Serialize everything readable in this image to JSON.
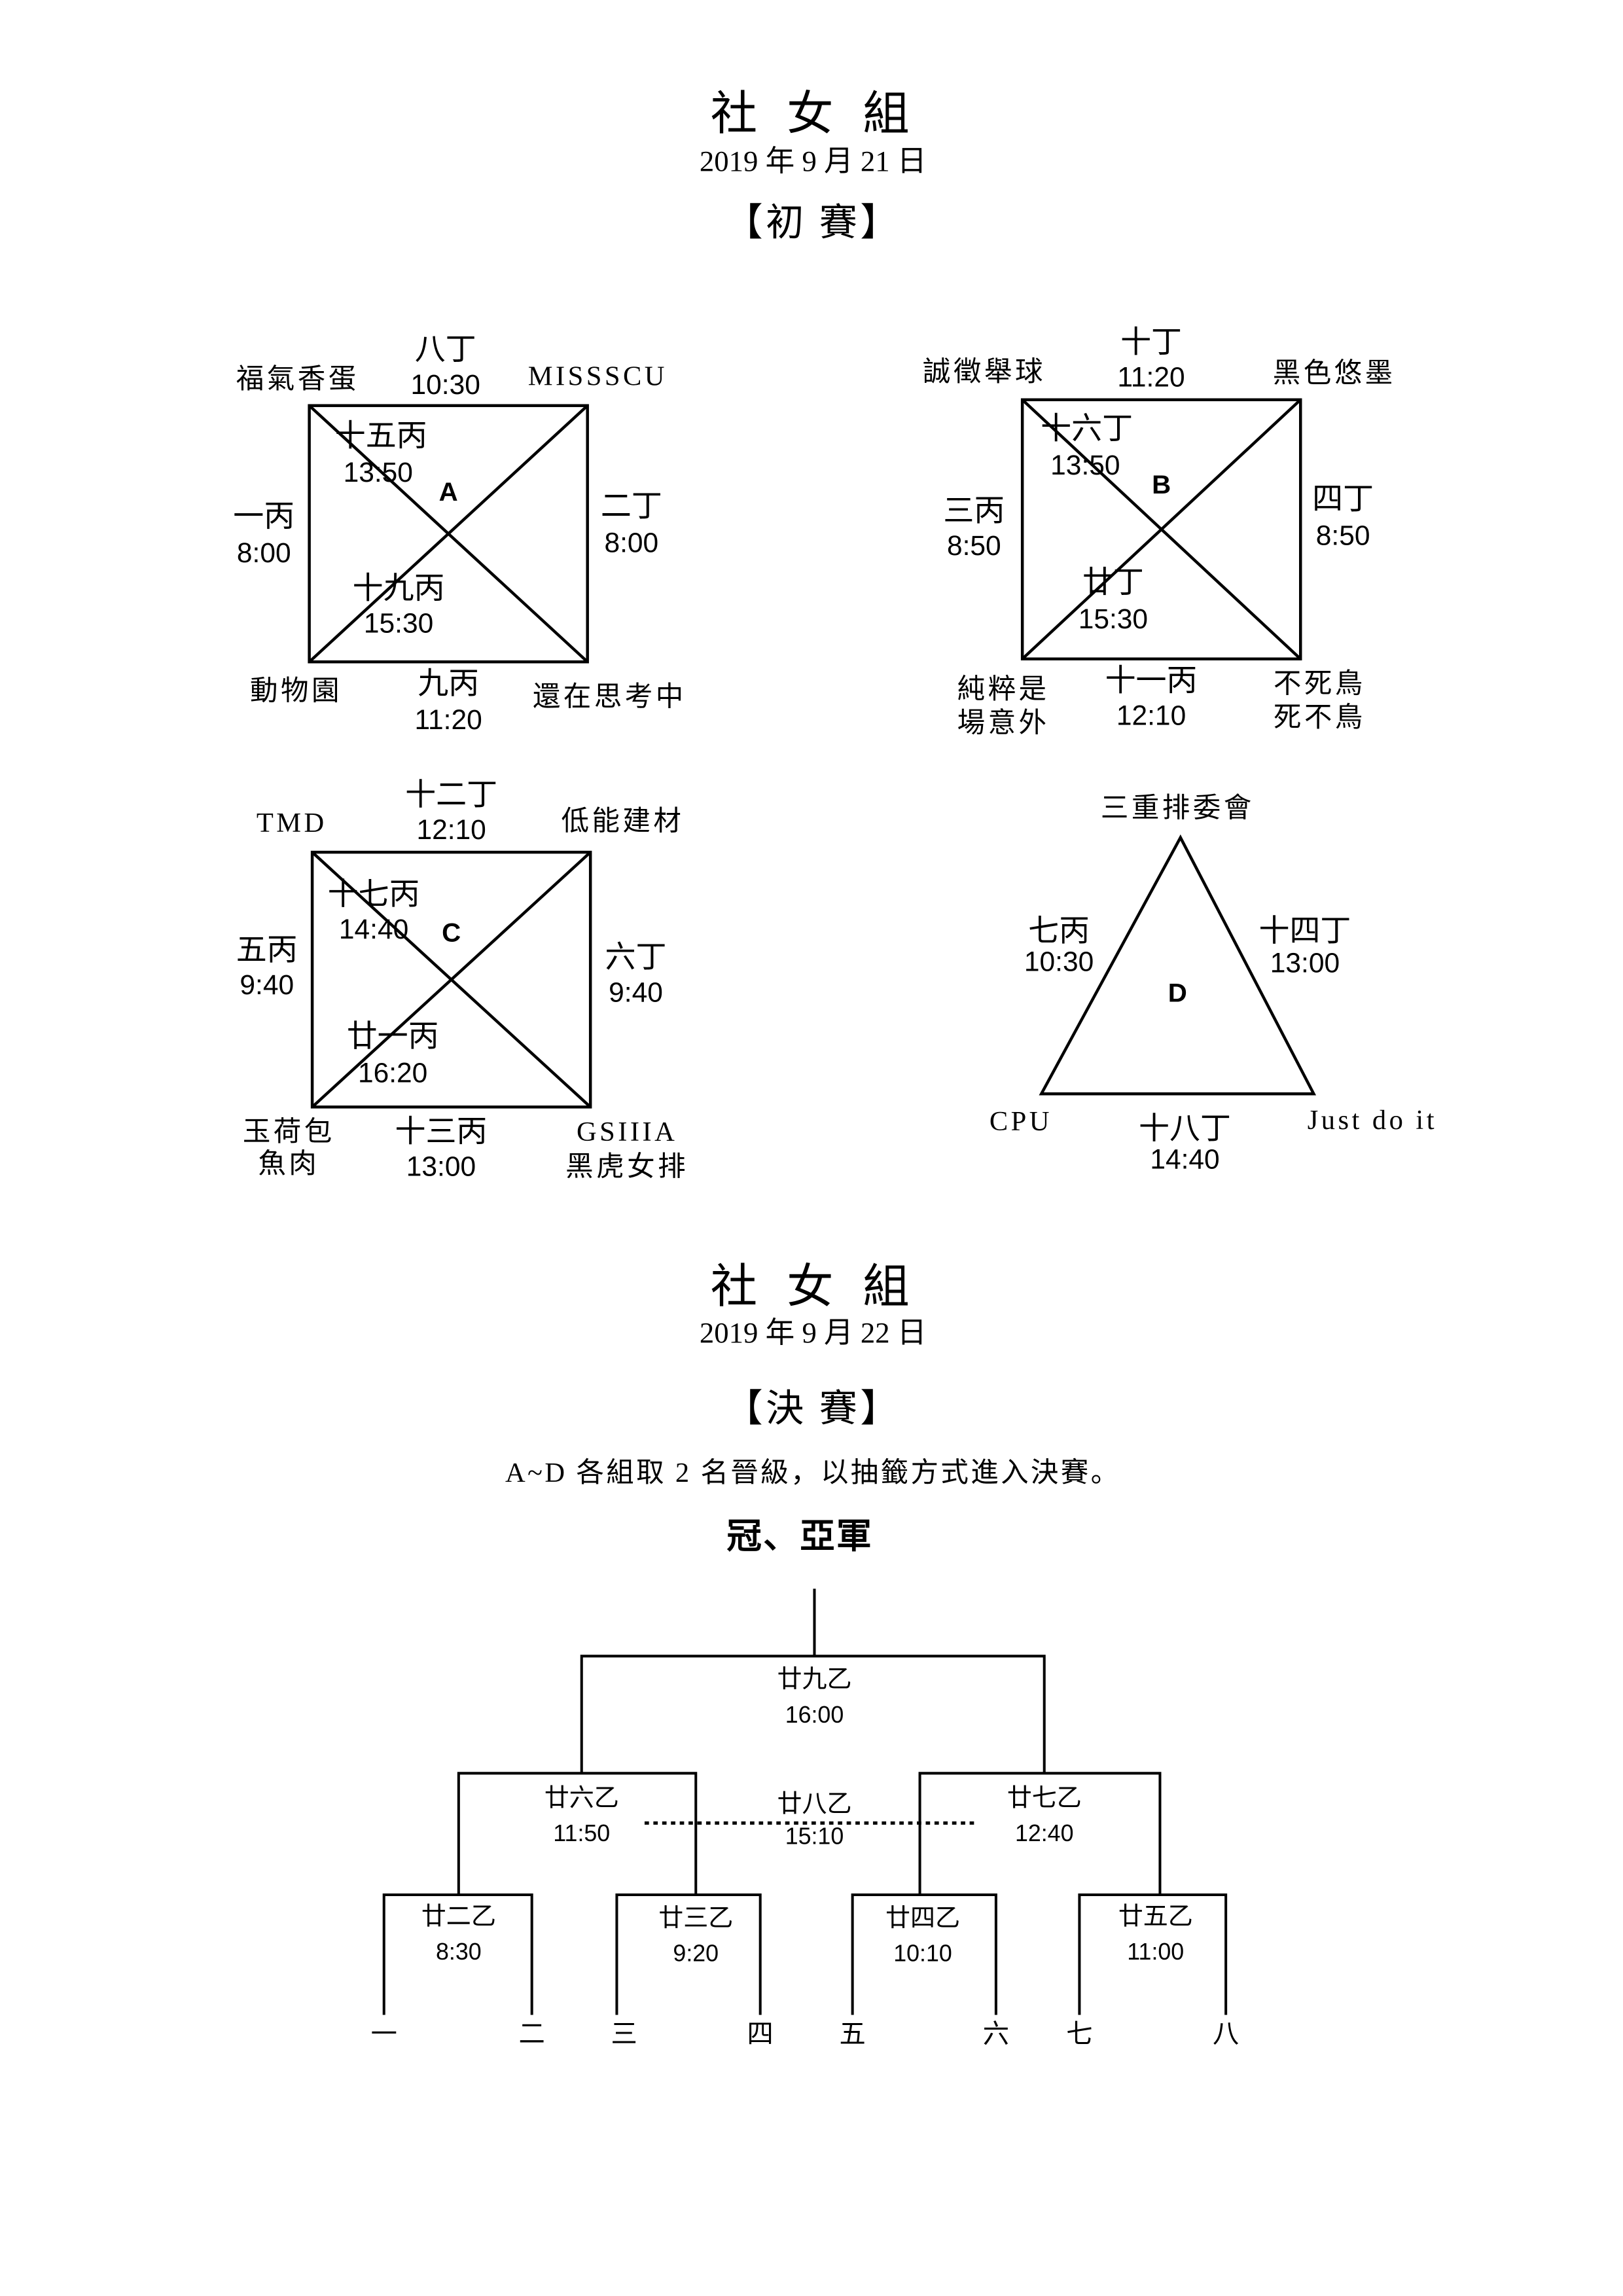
{
  "prelim": {
    "title": "社 女 組",
    "date": "2019 年 9 月 21 日",
    "stage": "【初 賽】",
    "group_a": {
      "label": "A",
      "team_top_left": "福氣香蛋",
      "team_top_right": "MISSSCU",
      "team_bottom_left": "動物園",
      "team_bottom_right": "還在思考中",
      "match_top": {
        "code": "八丁",
        "time": "10:30"
      },
      "match_left": {
        "code": "一丙",
        "time": "8:00"
      },
      "match_right": {
        "code": "二丁",
        "time": "8:00"
      },
      "match_bottom": {
        "code": "九丙",
        "time": "11:20"
      },
      "match_diag_upper": {
        "code": "十五丙",
        "time": "13:50"
      },
      "match_diag_lower": {
        "code": "十九丙",
        "time": "15:30"
      }
    },
    "group_b": {
      "label": "B",
      "team_top_left": "誠徵舉球",
      "team_top_right": "黑色悠墨",
      "team_bottom_left": [
        "純粹是",
        "場意外"
      ],
      "team_bottom_right": [
        "不死鳥",
        "死不鳥"
      ],
      "match_top": {
        "code": "十丁",
        "time": "11:20"
      },
      "match_left": {
        "code": "三丙",
        "time": "8:50"
      },
      "match_right": {
        "code": "四丁",
        "time": "8:50"
      },
      "match_bottom": {
        "code": "十一丙",
        "time": "12:10"
      },
      "match_diag_upper": {
        "code": "十六丁",
        "time": "13:50"
      },
      "match_diag_lower": {
        "code": "廿丁",
        "time": "15:30"
      }
    },
    "group_c": {
      "label": "C",
      "team_top_left": "TMD",
      "team_top_right": "低能建材",
      "team_bottom_left": [
        "玉荷包",
        "魚肉"
      ],
      "team_bottom_right": [
        "GSIIIA",
        "黑虎女排"
      ],
      "match_top": {
        "code": "十二丁",
        "time": "12:10"
      },
      "match_left": {
        "code": "五丙",
        "time": "9:40"
      },
      "match_right": {
        "code": "六丁",
        "time": "9:40"
      },
      "match_bottom": {
        "code": "十三丙",
        "time": "13:00"
      },
      "match_diag_upper": {
        "code": "十七丙",
        "time": "14:40"
      },
      "match_diag_lower": {
        "code": "廿一丙",
        "time": "16:20"
      }
    },
    "group_d": {
      "label": "D",
      "team_top": "三重排委會",
      "team_bottom_left": "CPU",
      "team_bottom_right": "Just do it",
      "match_left": {
        "code": "七丙",
        "time": "10:30"
      },
      "match_right": {
        "code": "十四丁",
        "time": "13:00"
      },
      "match_bottom": {
        "code": "十八丁",
        "time": "14:40"
      }
    }
  },
  "final": {
    "title": "社 女 組",
    "date": "2019 年 9 月 22 日",
    "stage": "【決 賽】",
    "note": "A~D 各組取 2 名晉級，以抽籤方式進入決賽。",
    "heading": "冠、亞軍",
    "championship": {
      "code": "廿九乙",
      "time": "16:00"
    },
    "third_place": {
      "code": "廿八乙",
      "time": "15:10"
    },
    "semifinals": [
      {
        "code": "廿六乙",
        "time": "11:50"
      },
      {
        "code": "廿七乙",
        "time": "12:40"
      }
    ],
    "quarterfinals": [
      {
        "code": "廿二乙",
        "time": "8:30"
      },
      {
        "code": "廿三乙",
        "time": "9:20"
      },
      {
        "code": "廿四乙",
        "time": "10:10"
      },
      {
        "code": "廿五乙",
        "time": "11:00"
      }
    ],
    "slots": [
      "一",
      "二",
      "三",
      "四",
      "五",
      "六",
      "七",
      "八"
    ]
  }
}
